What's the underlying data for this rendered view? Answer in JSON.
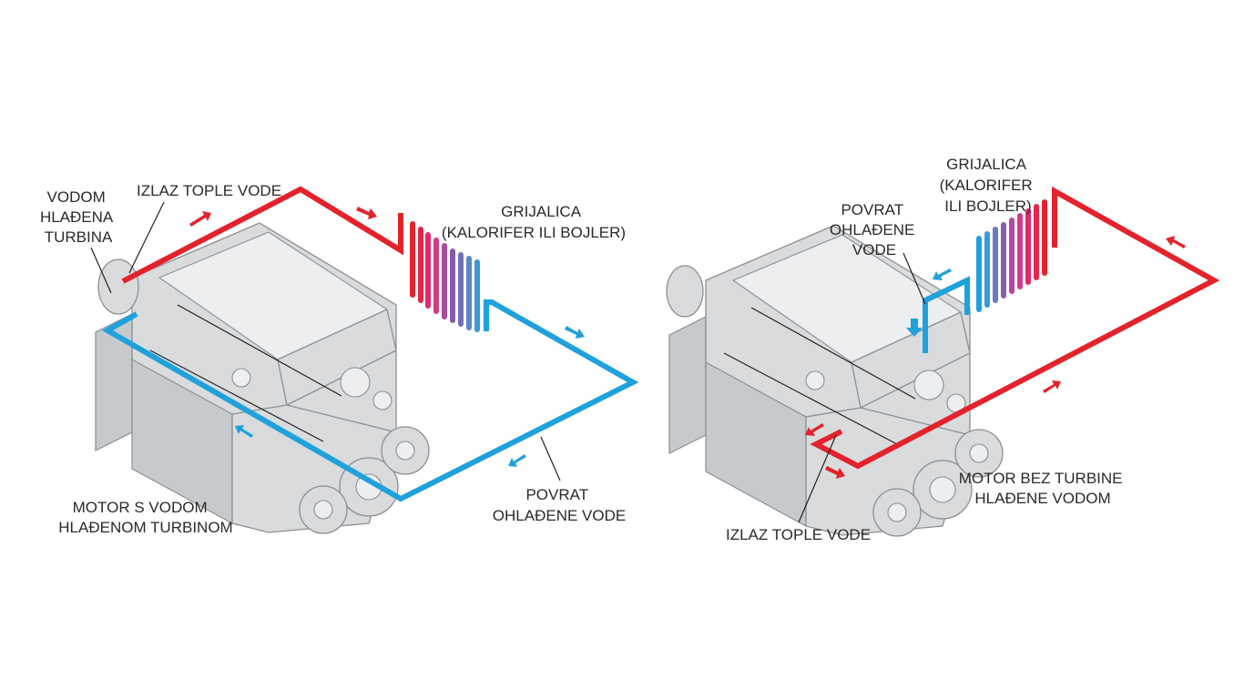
{
  "left": {
    "turbine_label": [
      "VODOM",
      "HLAĐENA",
      "TURBINA"
    ],
    "hot_out_label": "IZLAZ TOPLE VODE",
    "heater_label": [
      "GRIJALICA",
      "(KALORIFER ILI BOJLER)"
    ],
    "return_label": [
      "POVRAT",
      "OHLAĐENE VODE"
    ],
    "engine_label": [
      "MOTOR S VODOM",
      "HLAĐENOM TURBINOM"
    ]
  },
  "right": {
    "heater_label": [
      "GRIJALICA",
      "(KALORIFER",
      "ILI BOJLER)"
    ],
    "return_label": [
      "POVRAT",
      "OHLAĐENE",
      "VODE"
    ],
    "engine_label": [
      "MOTOR BEZ TURBINE",
      "HLAĐENE VODOM"
    ],
    "hot_out_label": "IZLAZ TOPLE VODE"
  },
  "colors": {
    "hot": "#e3222b",
    "cold": "#1fa1dc",
    "engine": "#d9dbdd"
  }
}
